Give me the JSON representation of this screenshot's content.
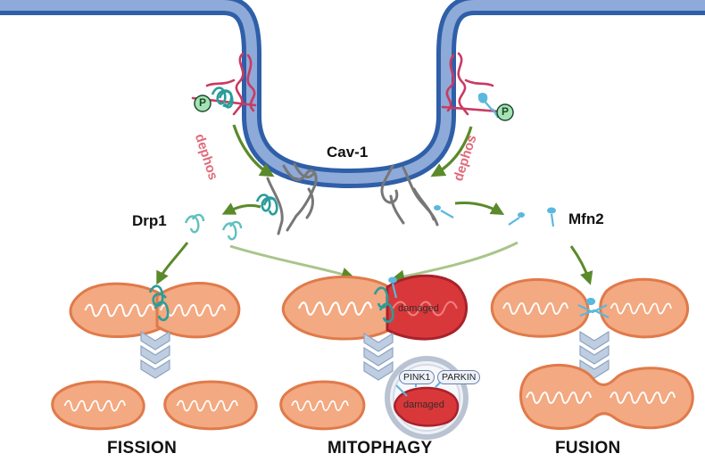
{
  "labels": {
    "cav1": "Cav-1",
    "drp1": "Drp1",
    "mfn2": "Mfn2",
    "dephos_left": "dephos",
    "dephos_right": "dephos",
    "phospho_left": "P",
    "phospho_right": "P",
    "fission": "FISSION",
    "mitophagy": "MITOPHAGY",
    "fusion": "FUSION",
    "damaged_top": "damaged",
    "damaged_bottom": "damaged",
    "pink1": "PINK1",
    "parkin": "PARKIN"
  },
  "colors": {
    "membrane_outer": "#2f5fa8",
    "membrane_inner": "#8eaad8",
    "arrow_green": "#5b8a2a",
    "mito_fill": "#f3a981",
    "mito_crista": "#ffffff",
    "damaged_fill": "#d9383a",
    "drp1_teal": "#2a9d9a",
    "mfn2_blue": "#5ab8df",
    "receptor_pink": "#c93a63",
    "caveolin_gray": "#777777",
    "chevron_fill": "#bfcde0"
  }
}
